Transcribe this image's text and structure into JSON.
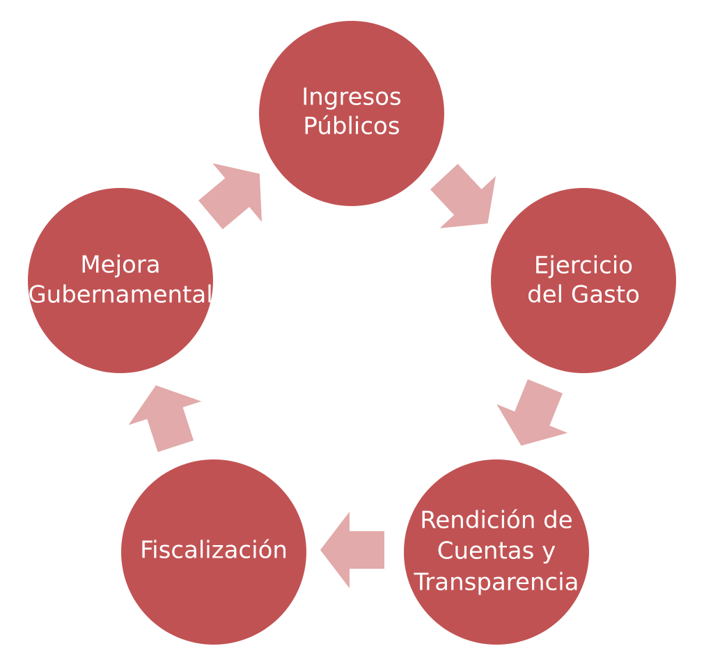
{
  "diagram": {
    "type": "cycle",
    "colors": {
      "node_fill": "#c15253",
      "arrow_fill": "#e2aaaa",
      "text": "#ffffff",
      "background": "#ffffff"
    },
    "nodes": [
      {
        "id": "ingresos",
        "lines": [
          "Ingresos",
          "Públicos"
        ]
      },
      {
        "id": "ejercicio",
        "lines": [
          "Ejercicio",
          "del Gasto"
        ]
      },
      {
        "id": "rendicion",
        "lines": [
          "Rendición de",
          "Cuentas y",
          "Transparencia"
        ]
      },
      {
        "id": "fiscalizacion",
        "lines": [
          "Fiscalización"
        ]
      },
      {
        "id": "mejora",
        "lines": [
          "Mejora",
          "Gubernamental"
        ]
      }
    ],
    "flow": [
      [
        "ingresos",
        "ejercicio"
      ],
      [
        "ejercicio",
        "rendicion"
      ],
      [
        "rendicion",
        "fiscalizacion"
      ],
      [
        "fiscalizacion",
        "mejora"
      ],
      [
        "mejora",
        "ingresos"
      ]
    ]
  }
}
